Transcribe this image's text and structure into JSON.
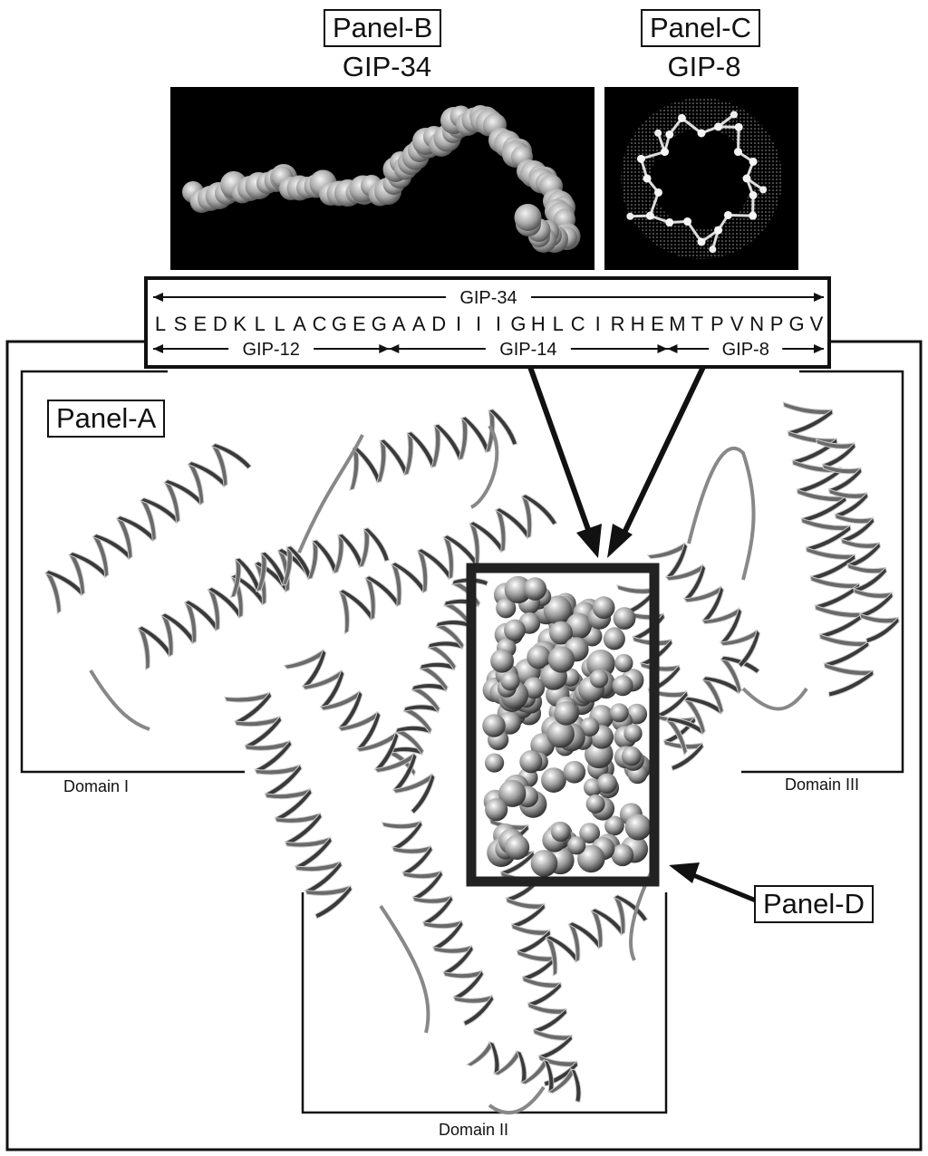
{
  "panels": {
    "b": {
      "label": "Panel-B",
      "subtitle": "GIP-34"
    },
    "c": {
      "label": "Panel-C",
      "subtitle": "GIP-8"
    },
    "a": {
      "label": "Panel-A"
    },
    "d": {
      "label": "Panel-D"
    }
  },
  "sequence": {
    "full_label": "GIP-34",
    "residues": [
      "L",
      "S",
      "E",
      "D",
      "K",
      "L",
      "L",
      "A",
      "C",
      "G",
      "E",
      "G",
      "A",
      "A",
      "D",
      "I",
      "I",
      "I",
      "G",
      "H",
      "L",
      "C",
      "I",
      "R",
      "H",
      "E",
      "M",
      "T",
      "P",
      "V",
      "N",
      "P",
      "G",
      "V"
    ],
    "segments": [
      {
        "label": "GIP-12",
        "residues": 12
      },
      {
        "label": "GIP-14",
        "residues": 14
      },
      {
        "label": "GIP-8",
        "residues": 8
      }
    ]
  },
  "domains": {
    "one": "Domain I",
    "two": "Domain II",
    "three": "Domain III"
  },
  "colors": {
    "ink": "#111111",
    "background": "#000000",
    "ribbon": "#5a5a5a",
    "highlight": "#dcdcdc"
  }
}
